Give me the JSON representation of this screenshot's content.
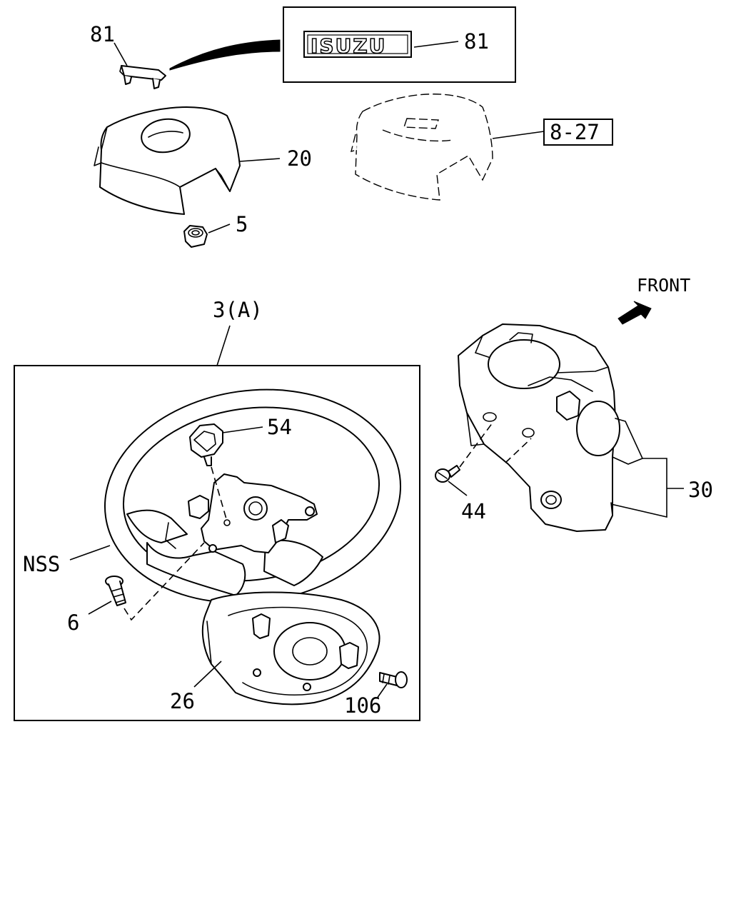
{
  "labels": {
    "clip_81": "81",
    "emblem_81": "81",
    "cover_20": "20",
    "ref_8_27": "8-27",
    "nut_5": "5",
    "front": "FRONT",
    "assembly_3a": "3(A)",
    "cap_54": "54",
    "nss": "NSS",
    "bolt_6": "6",
    "cover_26": "26",
    "bolt_106": "106",
    "screw_44": "44",
    "column_cover_30": "30"
  },
  "emblem": {
    "text": "ISUZU"
  }
}
